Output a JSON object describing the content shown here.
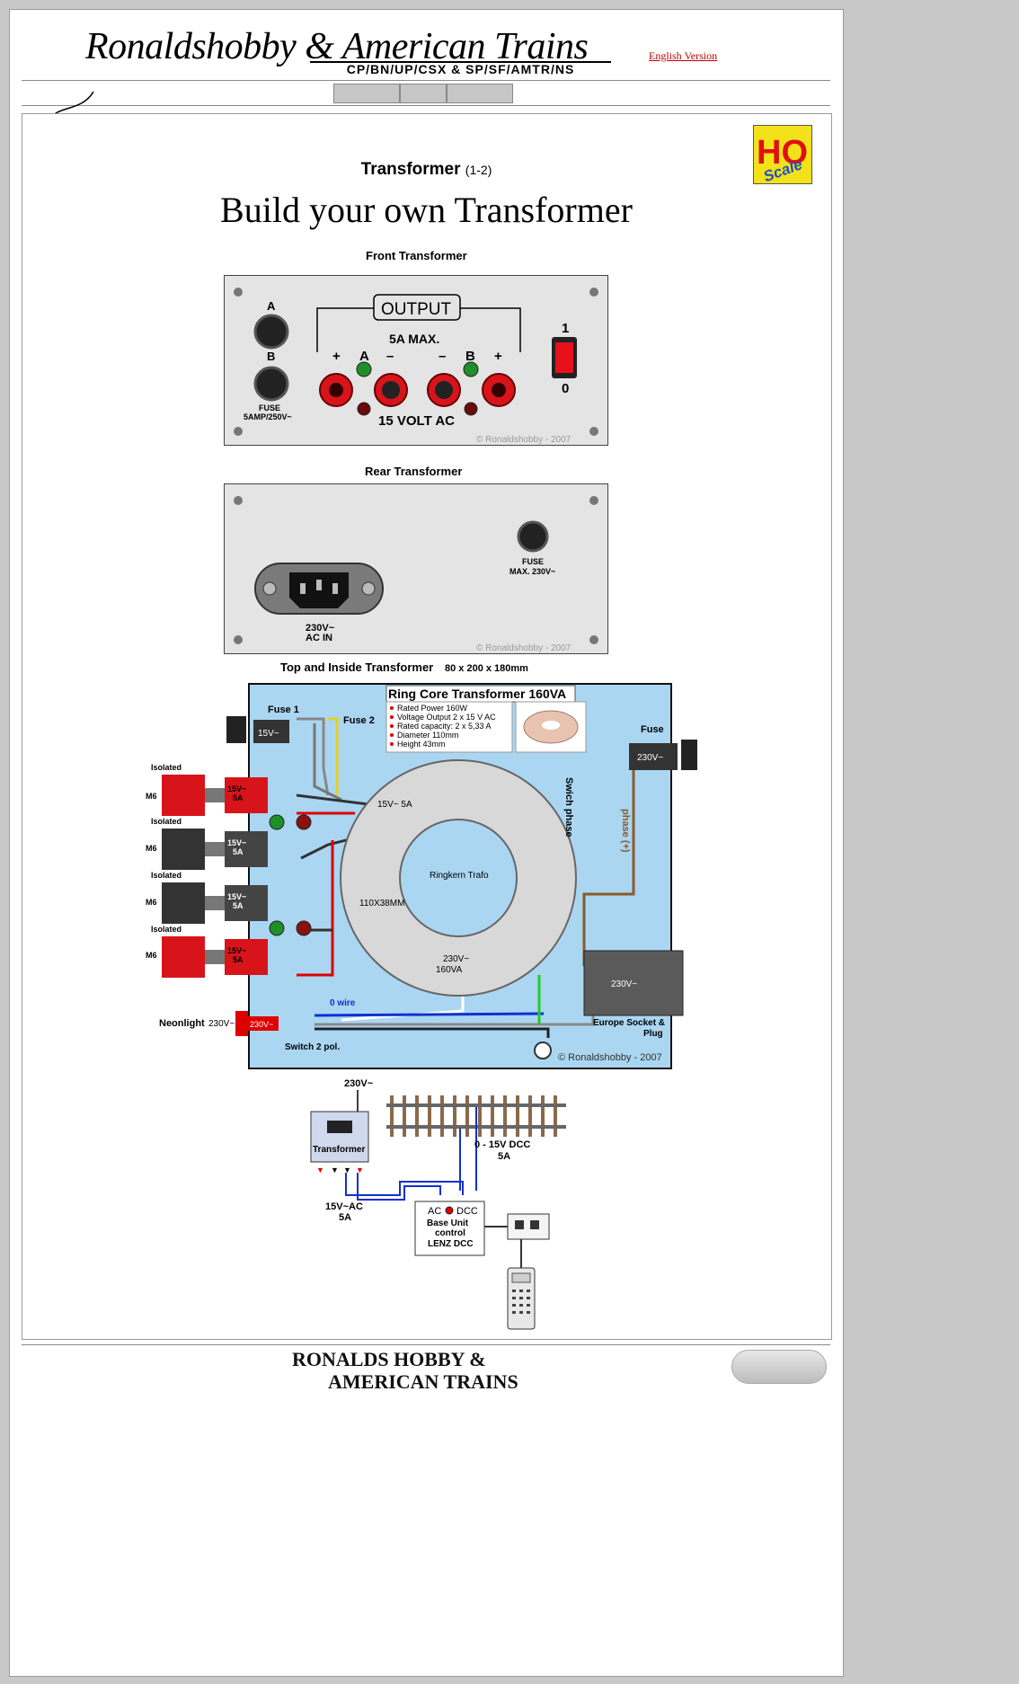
{
  "header": {
    "title": "Ronaldshobby & American Trains",
    "subtitle": "CP/BN/UP/CSX & SP/SF/AMTR/NS",
    "english_link": "English Version"
  },
  "nav": {
    "buttons": [
      "",
      "",
      ""
    ]
  },
  "ho_logo": {
    "big": "HO",
    "small": "Scale"
  },
  "page": {
    "heading": "Transformer",
    "heading_sub": "(1-2)",
    "title": "Build your own Transformer"
  },
  "front": {
    "caption": "Front Transformer",
    "output": "OUTPUT",
    "max": "5A MAX.",
    "plus_left": "+",
    "a": "A",
    "minus_a": "–",
    "minus_b": "–",
    "b": "B",
    "plus_right": "+",
    "knob_a": "A",
    "knob_b": "B",
    "fuse": "FUSE",
    "fuse_rating": "5AMP/250V~",
    "volt": "15 VOLT AC",
    "switch_on": "1",
    "switch_off": "0",
    "copyright": "© Ronaldshobby - 2007"
  },
  "rear": {
    "caption": "Rear Transformer",
    "fuse": "FUSE",
    "fuse_rating": "MAX. 230V~",
    "ac_in_1": "230V~",
    "ac_in_2": "AC IN",
    "copyright": "© Ronaldshobby - 2007"
  },
  "top": {
    "caption": "Top and Inside Transformer",
    "dims": "80  x  200  x  180mm",
    "ring_title": "Ring Core Transformer 160VA",
    "specs": [
      "Rated Power 160W",
      "Voltage Output 2 x 15 V AC",
      "Rated capacity: 2 x 5,33 A",
      "Diameter 110mm",
      "Height 43mm"
    ],
    "fuse1": "Fuse 1",
    "fuse2": "Fuse 2",
    "fuse_right": "Fuse",
    "fuse1_label": "15V~",
    "fuse_right_label": "230V~",
    "isolated": "Isolated",
    "m6": "M6",
    "post": "15V~",
    "post_a": "5A",
    "ring_15v": "15V~  5A",
    "ringkern": "Ringkern Trafo",
    "size": "110X38MM",
    "ring_230": "230V~",
    "ring_160": "160VA",
    "switch_phase": "Swich phase",
    "phase": "phase (+)",
    "zero_wire": "0 wire",
    "neonlight": "Neonlight",
    "neon_v": "230V~",
    "neon_red": "230V~",
    "switch2": "Switch 2 pol.",
    "socket_v": "230V~",
    "socket": "Europe Socket &",
    "socket2": "Plug",
    "copyright": "© Ronaldshobby - 2007"
  },
  "wiring": {
    "mains": "230V~",
    "transformer": "Transformer",
    "out1": "15V~AC",
    "out2": "5A",
    "dcc1": "0 - 15V DCC",
    "dcc2": "5A",
    "base_ac": "AC",
    "base_dcc": "DCC",
    "base1": "Base Unit",
    "base2": "control",
    "base3": "LENZ DCC"
  },
  "footer": {
    "line1": "RONALDS HOBBY &",
    "line2": "AMERICAN TRAINS"
  },
  "colors": {
    "red_post": "#d8141b",
    "panel": "#e4e4e4",
    "inside_bg": "#aad6f2",
    "ho_yellow": "#f3e21a",
    "link": "#c00000"
  }
}
